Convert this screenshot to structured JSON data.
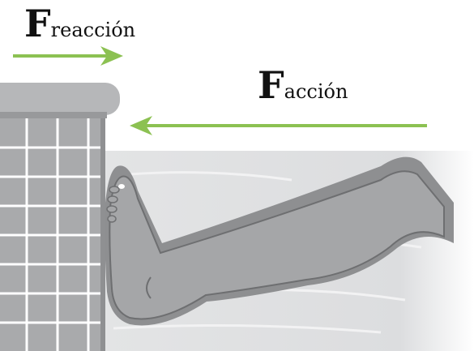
{
  "labels": {
    "reaction": {
      "symbol": "F",
      "subscript": "reacción"
    },
    "action": {
      "symbol": "F",
      "subscript": "acción"
    }
  },
  "colors": {
    "arrow": "#8cc152",
    "wall_fill": "#a9aaac",
    "wall_grid": "#ffffff",
    "leg_fill": "#a5a6a8",
    "leg_outline": "#6e6f71",
    "water": "#dadbdc",
    "text": "#111111"
  },
  "icons": {
    "reaction_arrow": "arrow-right",
    "action_arrow": "arrow-left"
  }
}
